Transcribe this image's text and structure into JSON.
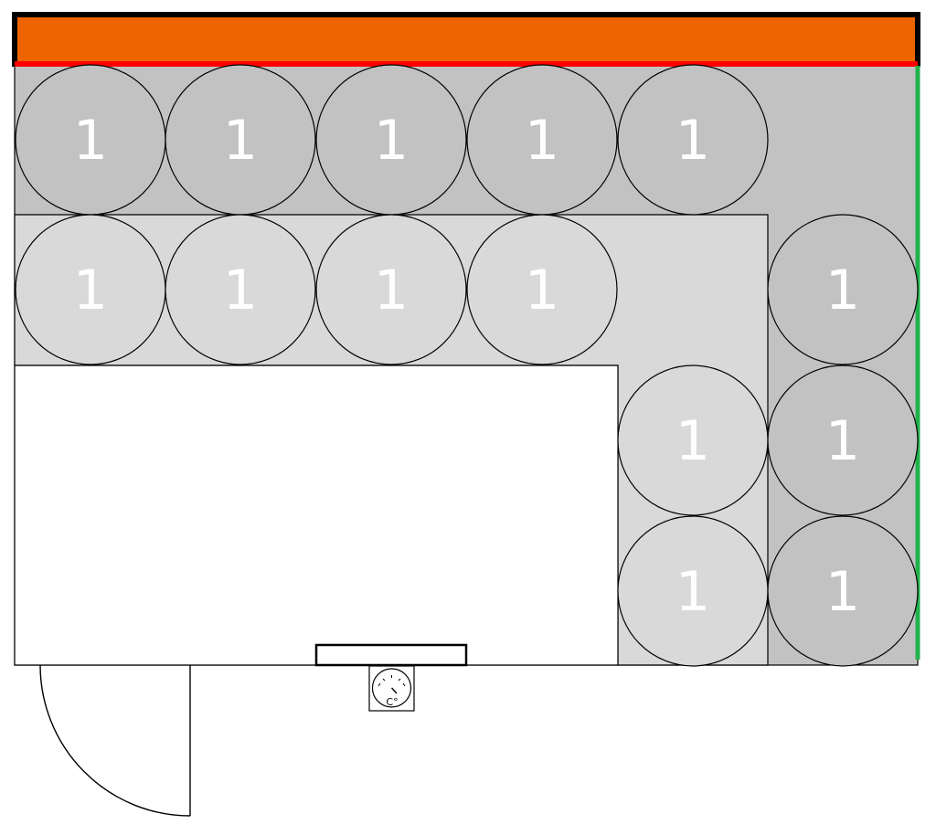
{
  "plan": {
    "colors": {
      "background": "#ffffff",
      "outer_zone": "#c2c2c2",
      "inner_zone": "#d9d9d9",
      "floor": "#ffffff",
      "heater": "#ee6400",
      "wall_frame": "#000000",
      "red_edge": "#ff0000",
      "green_edge": "#22b24c",
      "outline": "#000000",
      "label": "#ffffff"
    },
    "barrels": [
      {
        "label": "1",
        "zone": "outer"
      },
      {
        "label": "1",
        "zone": "outer"
      },
      {
        "label": "1",
        "zone": "outer"
      },
      {
        "label": "1",
        "zone": "outer"
      },
      {
        "label": "1",
        "zone": "outer"
      },
      {
        "label": "1",
        "zone": "inner"
      },
      {
        "label": "1",
        "zone": "inner"
      },
      {
        "label": "1",
        "zone": "inner"
      },
      {
        "label": "1",
        "zone": "inner"
      },
      {
        "label": "1",
        "zone": "outer"
      },
      {
        "label": "1",
        "zone": "inner"
      },
      {
        "label": "1",
        "zone": "outer"
      },
      {
        "label": "1",
        "zone": "inner"
      },
      {
        "label": "1",
        "zone": "outer"
      }
    ],
    "thermometer": {
      "unit_label": "C°",
      "icon": "thermometer-icon"
    },
    "door": {
      "icon": "door-swing-icon"
    },
    "vent": {
      "icon": "vent-icon"
    }
  }
}
